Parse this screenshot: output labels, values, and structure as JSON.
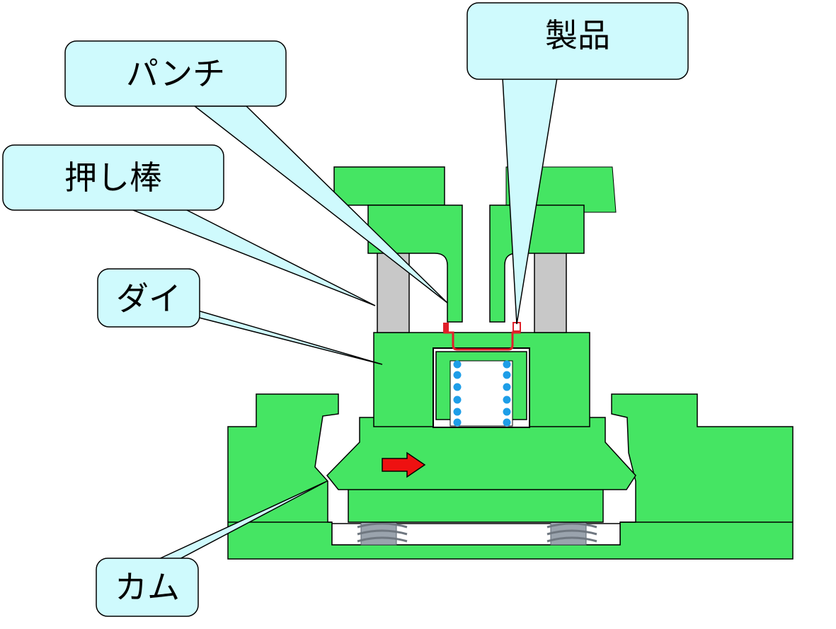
{
  "labels": {
    "punch": "パンチ",
    "product": "製品",
    "push_rod": "押し棒",
    "die": "ダイ",
    "cam": "カム"
  },
  "colors": {
    "part_fill": "#45e563",
    "callout_fill": "#cffafd",
    "outline": "#000000",
    "guide_post": "#c8c8c8",
    "product_red": "#e0202a",
    "spring_ball": "#1e9ee8",
    "arrow_red": "#ee1111",
    "background": "#ffffff"
  },
  "icons": {
    "motion_arrow": "right-arrow-icon"
  }
}
